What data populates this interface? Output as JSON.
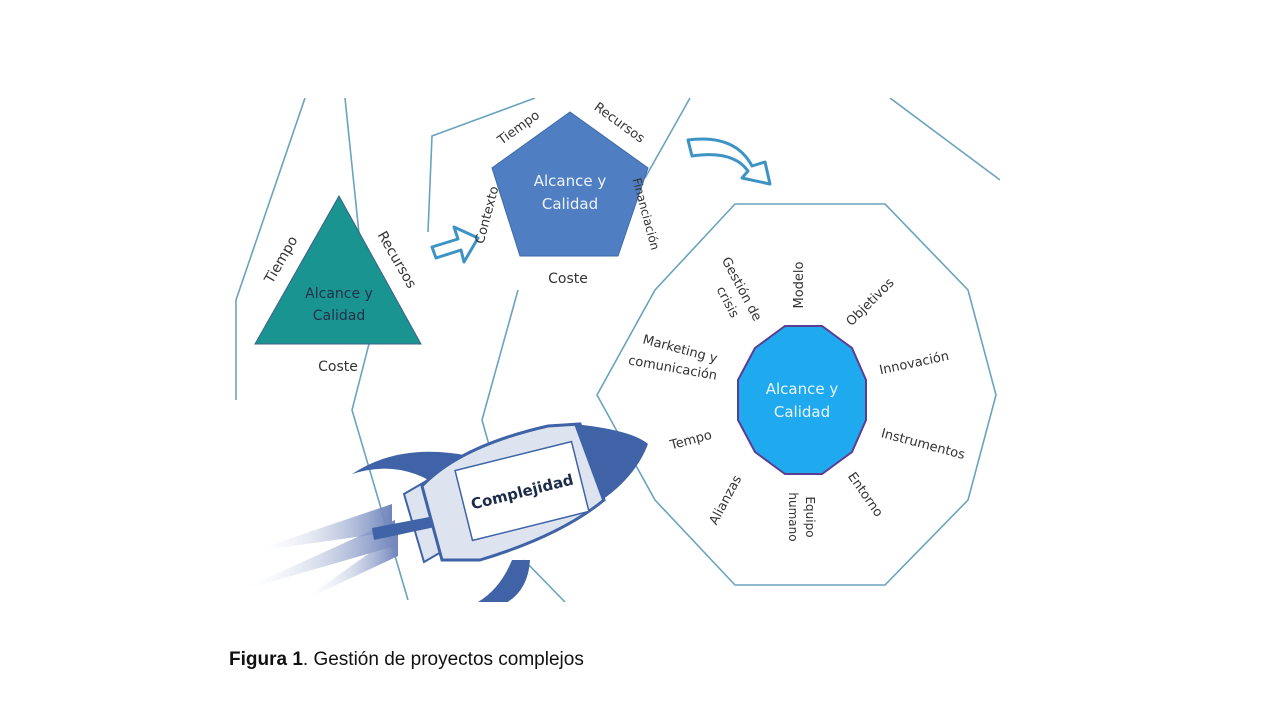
{
  "colors": {
    "triangle": "#1a9490",
    "pentagon": "#4f7fc2",
    "decagon": "#1faaf0",
    "decagon_border": "#5b3d91",
    "outline": "#6aa3be",
    "arrow": "#3d94c4",
    "rocket": "#3f63a6",
    "rocket_light": "#dde4f0",
    "flame": "#8fa0c8"
  },
  "triangle_stage": {
    "center_line1": "Alcance y",
    "center_line2": "Calidad",
    "left": "Tiempo",
    "right": "Recursos",
    "bottom": "Coste"
  },
  "pentagon_stage": {
    "center_line1": "Alcance y",
    "center_line2": "Calidad",
    "top_left": "Tiempo",
    "top_right": "Recursos",
    "left": "Contexto",
    "right": "Financiación",
    "bottom": "Coste"
  },
  "decagon_stage": {
    "center_line1": "Alcance y",
    "center_line2": "Calidad",
    "gestion_line1": "Gestión de",
    "gestion_line2": "crisis",
    "modelo": "Modelo",
    "objetivos": "Objetivos",
    "marketing_line1": "Marketing y",
    "marketing_line2": "comunicación",
    "innovacion": "Innovación",
    "instrumentos": "Instrumentos",
    "tempo": "Tempo",
    "entorno": "Entorno",
    "alianzas": "Alianzas",
    "equipo_line1": "Equipo",
    "equipo_line2": "humano"
  },
  "rocket": {
    "label": "Complejidad"
  },
  "caption": {
    "bold": "Figura 1",
    "rest": ". Gestión de proyectos complejos"
  }
}
